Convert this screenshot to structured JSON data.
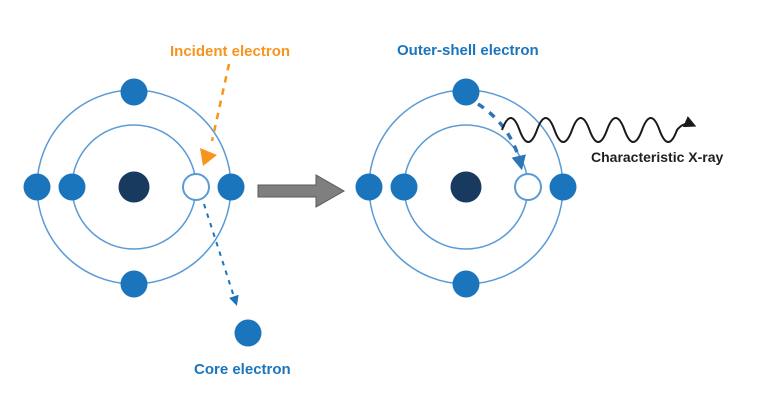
{
  "labels": {
    "incident_electron": "Incident electron",
    "outer_shell_electron": "Outer-shell electron",
    "core_electron": "Core electron",
    "characteristic_xray": "Characteristic X-ray"
  },
  "colors": {
    "electron": "#1b75bc",
    "nucleus": "#173a5e",
    "orbit": "#5b9bd5",
    "orange": "#f7941e",
    "dashed-blue": "#1b75bc",
    "dashed-blue-thick": "#2e75b6",
    "arrow-gray": "#7f7f7f",
    "arrow-gray-border": "#595959",
    "xray-wave": "#1a1a1a",
    "vacancy-fill": "#ffffff",
    "text-blue": "#1b75bc",
    "text-black": "#1f1f1f"
  }
}
